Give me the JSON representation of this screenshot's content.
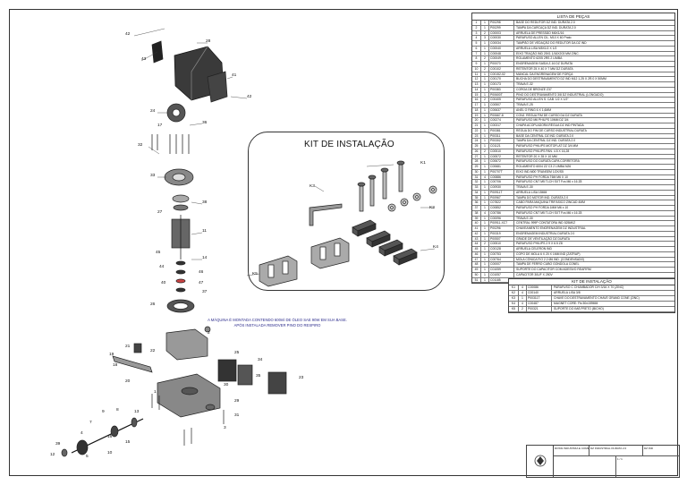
{
  "parts_list": {
    "title": "LISTA DE PEÇAS",
    "rows": [
      [
        "1",
        "1",
        "P00298",
        "BASE DO REDUTOR DZ IND. DURATA 2.0"
      ],
      [
        "2",
        "1",
        "P00299",
        "TAMPA DA CARCAÇA DZ IND. DURATA 2.0"
      ],
      [
        "3",
        "2",
        "C00003",
        "ARRUELA DE PRESSÃO M6X1/16"
      ],
      [
        "4",
        "3",
        "C00030",
        "PARAFUSO ALLEN CIL. M10 X 60 Prato"
      ],
      [
        "5",
        "1",
        "C00034",
        "TAMPÃO DE VEDAÇÃO DO REDUTOR DA DZ IND"
      ],
      [
        "6",
        "1",
        "C00040",
        "ARRUELA LISA M5X1/2 X 1/2"
      ],
      [
        "7",
        "1",
        "C00048",
        "EIXO TRAÇÃO IND 25X1 1/16X203 MM ZINC."
      ],
      [
        "8",
        "2",
        "C00049",
        "ROLAMENTO 6205 2RS 2 LIMBA"
      ],
      [
        "9",
        "1",
        "P00070",
        "ENGRENAGEM SAÍDA Z-16 DZ DURATA"
      ],
      [
        "10",
        "2",
        "C00102",
        "RETENTOR 25 X 40 X 7 MM DZ DURATA"
      ],
      [
        "11",
        "1",
        "C00152-02",
        "MANCAL DA ENGRENAGEM DE FORÇA"
      ],
      [
        "12",
        "1",
        "C00170",
        "BUCHA DO DESTRAVAMENTO DZ IND M12 1.25 X 2R.0 X 50MM"
      ],
      [
        "13",
        "1",
        "C00173",
        "TRAVA E-32"
      ],
      [
        "14",
        "1",
        "P00383",
        "COROA DE BRONZE Z37"
      ],
      [
        "15",
        "1",
        "P00600T",
        "PINO DO DESTRAVAMENTO 3/8 DZ INDUSTRIAL (LONGADO)"
      ],
      [
        "16",
        "2",
        "C00405",
        "PARAFUSO ALLEN S. CAB. 1/2 X 1/2\""
      ],
      [
        "17",
        "1",
        "C00507",
        "TRAVA E-25"
      ],
      [
        "18",
        "1",
        "C00637",
        "ANEL O RING 6 X 1,6MM"
      ],
      [
        "19",
        "1",
        "P00667-8",
        "CONJ. RÉGUA FIM DE CURSO DA DZ DURATA"
      ],
      [
        "20",
        "1",
        "C00274",
        "PARAFUSO M6 PHILPS 10MM DZ 3/4"
      ],
      [
        "21",
        "1",
        "C00317",
        "CHAPA ACOPLADORA RÉGUA DZ IND PINTADA"
      ],
      [
        "22",
        "1",
        "P00381",
        "RÉGUA DO FIM DE CURSO INDUSTRIAL DURATA"
      ],
      [
        "23",
        "1",
        "P00311",
        "BASE DA CENTRAL DZ IND. DURATA 2.0"
      ],
      [
        "24",
        "1",
        "P00302",
        "TAMPA DA CENTRAL DZ IND. DURATA 2.0"
      ],
      [
        "25",
        "1",
        "C01121",
        "PARAFUSO PHILIPS MOTOFLAT DZ 3/4 MM"
      ],
      [
        "26",
        "2",
        "C00510",
        "PARAFUSO PHILIPS PAN. 4.5 X 16,28"
      ],
      [
        "27",
        "1",
        "C00572",
        "RETENTOR 20 X 35 X 10 MM"
      ],
      [
        "28",
        "1",
        "C00672",
        "PARAFUSO DO DURATA CAPA CORRETORA"
      ],
      [
        "29",
        "1",
        "C00681",
        "ROLAMENTO 6004 ZZ C3 2 LIMBA N26"
      ],
      [
        "30",
        "1",
        "P00707T",
        "EIXO IND.M00 TRANSEM 1/2X/S5"
      ],
      [
        "31",
        "4",
        "C00886",
        "PARAFUSO PH FORDA T6M M6 X 10"
      ],
      [
        "32",
        "1",
        "C00706",
        "PARAFUSO CNT M5 TLCH SXT Fcs M6 x 16 Z8"
      ],
      [
        "33",
        "1",
        "C00930",
        "TRAVA E-30"
      ],
      [
        "34",
        "1",
        "P00911T",
        "ARRUELA LISA 15MM"
      ],
      [
        "35",
        "1",
        "P00967",
        "TAMPA DO MOTOR IND. DURATA 2.0"
      ],
      [
        "36",
        "1",
        "C07822",
        "CABO PARA MAQUINA TRIFÁSICO ZINCAD 4MM"
      ],
      [
        "37",
        "1",
        "C00852",
        "PARAFUSO PH FORDA 1MM M6 x 10"
      ],
      [
        "38",
        "4",
        "C00786",
        "PARAFUSO CNT M5 TLCH SXT Fcs M6 x 16 Z8"
      ],
      [
        "39",
        "1",
        "C00096",
        "TRAVA E-30"
      ],
      [
        "40",
        "1",
        "P00911-XC7",
        "CENTRAL 999P CONTATORA IND 525M0Z"
      ],
      [
        "41",
        "1",
        "P00296",
        "CHAVEAMENTO ENGRENAGEM DZ INDUSTRIAL"
      ],
      [
        "42",
        "1",
        "P00319",
        "ENGRENAGEM INDUSTRIAL DURATA 2.0"
      ],
      [
        "43",
        "1",
        "P00507",
        "GRADE DE VENTILAÇÃO DZ DURATA"
      ],
      [
        "44",
        "2",
        "C00510",
        "PARAFUSO PHILIPS 2.9 X 6.5 Z8"
      ],
      [
        "45",
        "1",
        "C00128",
        "ARRUELA CELERON IND"
      ],
      [
        "46",
        "1",
        "C00753",
        "COPO DE MOLA 6 X 20 X 1MM IND (ZATRAP)"
      ],
      [
        "47",
        "1",
        "C00764",
        "MOLA CÔNICA FIO 2.2 Ø6 IND. (CONDENSADO)"
      ],
      [
        "48",
        "1",
        "C00007",
        "TAMPA DE FERRO CUBO GONDOLA CONEL"
      ],
      [
        "49",
        "1",
        "C01059",
        "SUPORTE DO CAPACITOR COM ADESIVO REAFIRM"
      ],
      [
        "50",
        "1",
        "C01057",
        "CAPACITOR 30UF X 250V"
      ],
      [
        "51",
        "1",
        "C01185",
        "ABRAÇADEIRA CORRE CAPACITOR T 80R"
      ]
    ]
  },
  "kit_list": {
    "title": "KIT DE INSTALAÇÃO",
    "rows": [
      [
        "K1",
        "4",
        "C00086",
        "PARAFUSO C CHUMBADOR C/H 3/16 X 70 (ZINC)"
      ],
      [
        "K2",
        "4",
        "C00140",
        "ARRUELA LISA 3/8"
      ],
      [
        "K3",
        "1",
        "P00311T",
        "CHAVE DO DESTRAVAMENTO CHAVE GRAND CONE (ZINC)"
      ],
      [
        "K4",
        "4",
        "C00487",
        "MAGNET CORE: Fis 50x159MM"
      ],
      [
        "K5",
        "2",
        "P00321",
        "SUPORTE DO IMÃ PRETO (BICHO)"
      ]
    ]
  },
  "kit_title": "KIT DE INSTALAÇÃO",
  "assembly_note": "A MÁQUINA É MONTADA CONTENDO 600ml DE ÓLEO SAE 90W EM SUA BASE. APÓS INSTALADA REMOVER PINO DO RESPIRO",
  "balloons": {
    "b42": "42",
    "b43": "43",
    "b28": "28",
    "b41": "41",
    "b42b": "42",
    "b24": "24",
    "b17": "17",
    "b36": "36",
    "b32": "32",
    "b33": "33",
    "b38": "38",
    "b11": "11",
    "b27": "27",
    "b14": "14",
    "b45": "45",
    "b44": "44",
    "b46": "46",
    "b47": "47",
    "b40": "40",
    "b26": "26",
    "b37": "37",
    "b2": "2",
    "b21": "21",
    "b19": "19",
    "b18": "18",
    "b22": "22",
    "b20": "20",
    "b7": "7",
    "b4": "4",
    "b9": "9",
    "b8": "8",
    "b13": "13",
    "b1": "1",
    "b39": "39",
    "b12": "12",
    "b5": "5",
    "b10": "10",
    "b15": "15",
    "b16": "16",
    "b3": "3",
    "b30": "30",
    "b29": "29",
    "b31": "31",
    "b34": "34",
    "b35": "35",
    "b23": "23",
    "b25": "25",
    "bk1": "K1",
    "bk2": "K2",
    "bk3": "K3",
    "bk4": "K4",
    "bk5": "K5"
  },
  "title_block": {
    "company": "ROSSI INDUSTRIA E COMERCIO LTDA",
    "drawing_title": "DZ INDUSTRIAL DURATA 2.0",
    "code": "DZ IND",
    "sheet": "1 / 1"
  }
}
